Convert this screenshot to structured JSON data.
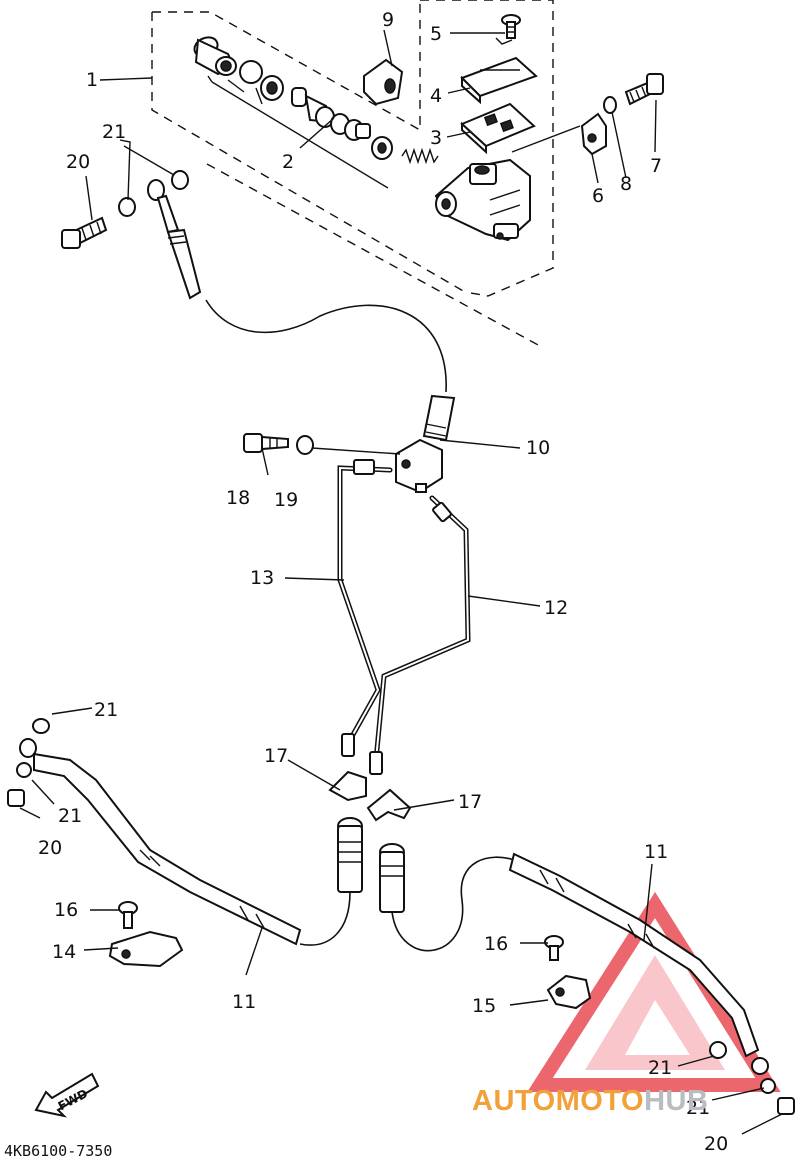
{
  "diagram": {
    "document_code": "4KB6100-7350",
    "fwd_label": "FWD",
    "callouts": {
      "c1": "1",
      "c2": "2",
      "c3": "3",
      "c4": "4",
      "c5": "5",
      "c6": "6",
      "c7": "7",
      "c8": "8",
      "c9": "9",
      "c10": "10",
      "c11a": "11",
      "c11b": "11",
      "c12": "12",
      "c13": "13",
      "c14": "14",
      "c15": "15",
      "c16a": "16",
      "c16b": "16",
      "c17a": "17",
      "c17b": "17",
      "c18": "18",
      "c19": "19",
      "c20a": "20",
      "c20b": "20",
      "c20c": "20",
      "c21a": "21",
      "c21b": "21",
      "c21c": "21",
      "c21d": "21",
      "c21e": "21"
    }
  },
  "watermark": {
    "part1": "AUTOMOTO",
    "part2": "HUB",
    "colors": {
      "triangle": "#e8414a",
      "part1": "#f2a13a",
      "part2": "#b9bcc0"
    }
  }
}
